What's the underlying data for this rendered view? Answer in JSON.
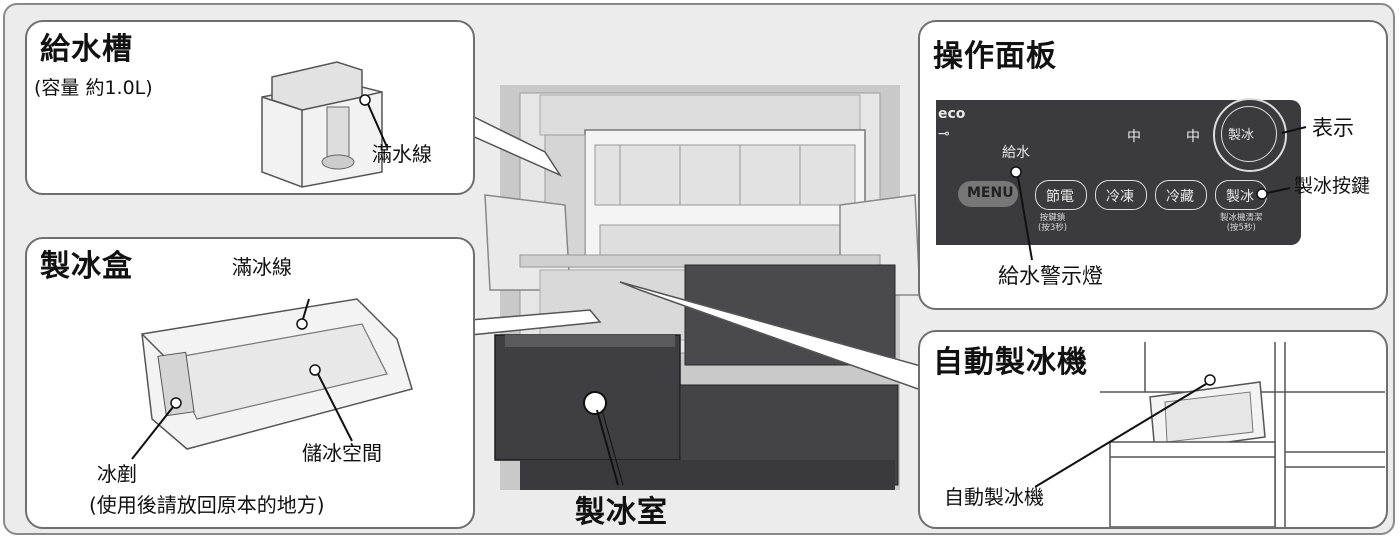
{
  "water_tank": {
    "title": "給水槽",
    "capacity": "(容量 約1.0L)",
    "full_line": "滿水線"
  },
  "ice_tray": {
    "title": "製冰盒",
    "full_line": "滿冰線",
    "storage": "儲冰空間",
    "scoop": "冰剷",
    "scoop_note": "(使用後請放回原本的地方)"
  },
  "fridge": {
    "ice_compartment": "製冰室"
  },
  "control_panel": {
    "title": "操作面板",
    "eco_label": "eco",
    "water_label": "給水",
    "indicator_1": "中",
    "indicator_2": "中",
    "ice_display": "製冰",
    "menu_button": "MENU",
    "save_button": "節電",
    "freeze_button": "冷凍",
    "chill_button": "冷藏",
    "ice_button": "製冰",
    "lock_note": "按鍵鎖\n(按3秒)",
    "clean_note": "製冰機清潔\n(按5秒)",
    "display_callout": "表示",
    "ice_button_callout": "製冰按鍵",
    "water_warning_callout": "給水警示燈"
  },
  "auto_ice_maker": {
    "title": "自動製冰機",
    "label": "自動製冰機"
  },
  "colors": {
    "panel_dark": "#3b3b3d",
    "frame_bg": "#ececec",
    "border": "#6f6f6f"
  }
}
